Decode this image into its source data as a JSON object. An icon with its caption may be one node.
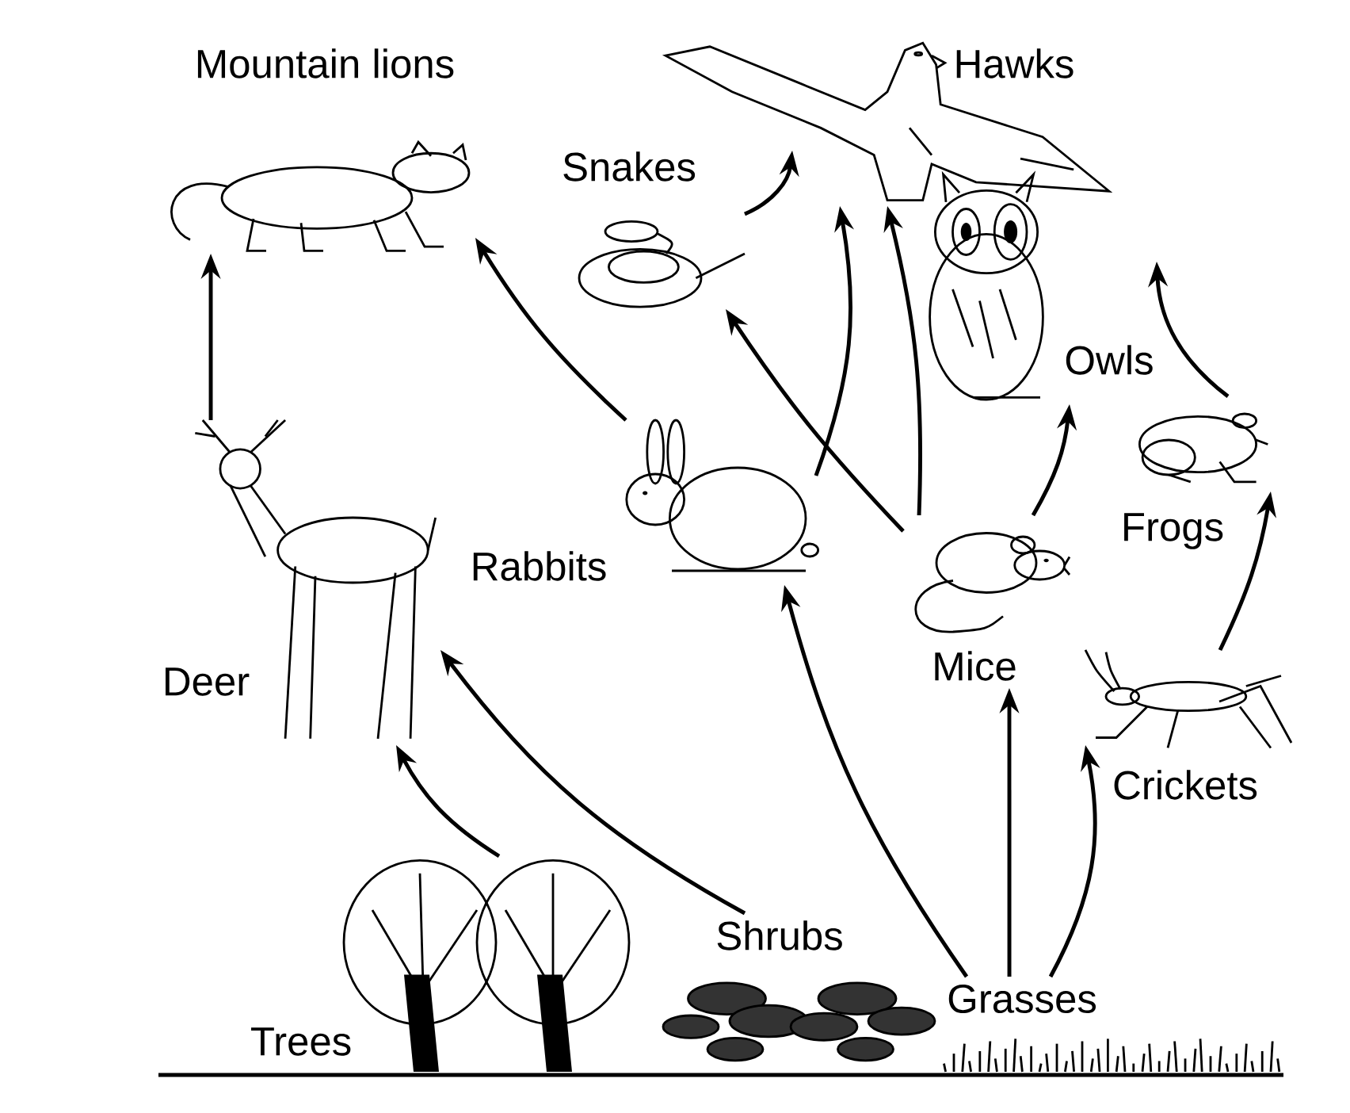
{
  "diagram": {
    "nodes": [
      {
        "text": [
          "Mountain lions"
        ]
      },
      {
        "text": [
          "Hawks"
        ]
      },
      {
        "text": [
          "Snakes"
        ]
      },
      {
        "text": [
          "Owls"
        ]
      },
      {
        "text": [
          "Frogs"
        ]
      },
      {
        "text": [
          "Rabbits"
        ]
      },
      {
        "text": [
          "Mice"
        ]
      },
      {
        "text": [
          "Deer"
        ]
      },
      {
        "text": [
          "Crickets"
        ]
      },
      {
        "text": [
          "Shrubs"
        ]
      },
      {
        "text": [
          "Grasses"
        ]
      },
      {
        "text": [
          "Trees"
        ]
      }
    ],
    "edges": [
      {
        "from": 7,
        "to": 0,
        "arrow": "to"
      },
      {
        "from": 5,
        "to": 0,
        "arrow": "to"
      },
      {
        "from": 5,
        "to": 1,
        "arrow": "to"
      },
      {
        "from": 2,
        "to": 1,
        "arrow": "to"
      },
      {
        "from": 6,
        "to": 2,
        "arrow": "to"
      },
      {
        "from": 6,
        "to": 1,
        "arrow": "to"
      },
      {
        "from": 6,
        "to": 3,
        "arrow": "to"
      },
      {
        "from": 4,
        "to": 3,
        "arrow": "to"
      },
      {
        "from": 8,
        "to": 4,
        "arrow": "to"
      },
      {
        "from": 11,
        "to": 7,
        "arrow": "to"
      },
      {
        "from": 9,
        "to": 7,
        "arrow": "to"
      },
      {
        "from": 10,
        "to": 5,
        "arrow": "to"
      },
      {
        "from": 10,
        "to": 6,
        "arrow": "to"
      },
      {
        "from": 10,
        "to": 8,
        "arrow": "to"
      }
    ]
  }
}
